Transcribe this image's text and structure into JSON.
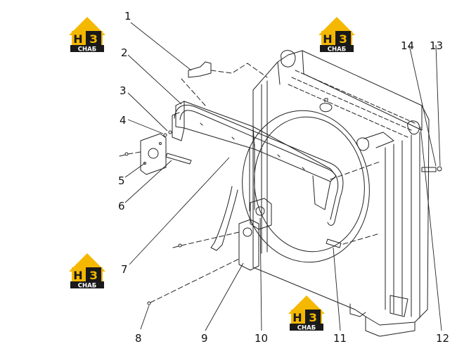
{
  "logo": {
    "letters_h": "Н",
    "letters_z": "З",
    "caption": "СНАБ",
    "accent_color": "#f5b800",
    "dark_color": "#1a1a1a"
  },
  "callouts": [
    {
      "id": "1",
      "label": "1"
    },
    {
      "id": "2",
      "label": "2"
    },
    {
      "id": "3",
      "label": "3"
    },
    {
      "id": "4",
      "label": "4"
    },
    {
      "id": "5",
      "label": "5"
    },
    {
      "id": "6",
      "label": "6"
    },
    {
      "id": "7",
      "label": "7"
    },
    {
      "id": "8",
      "label": "8"
    },
    {
      "id": "9",
      "label": "9"
    },
    {
      "id": "10",
      "label": "10"
    },
    {
      "id": "11",
      "label": "11"
    },
    {
      "id": "12",
      "label": "12"
    },
    {
      "id": "13",
      "label": "13"
    },
    {
      "id": "14",
      "label": "14"
    }
  ]
}
